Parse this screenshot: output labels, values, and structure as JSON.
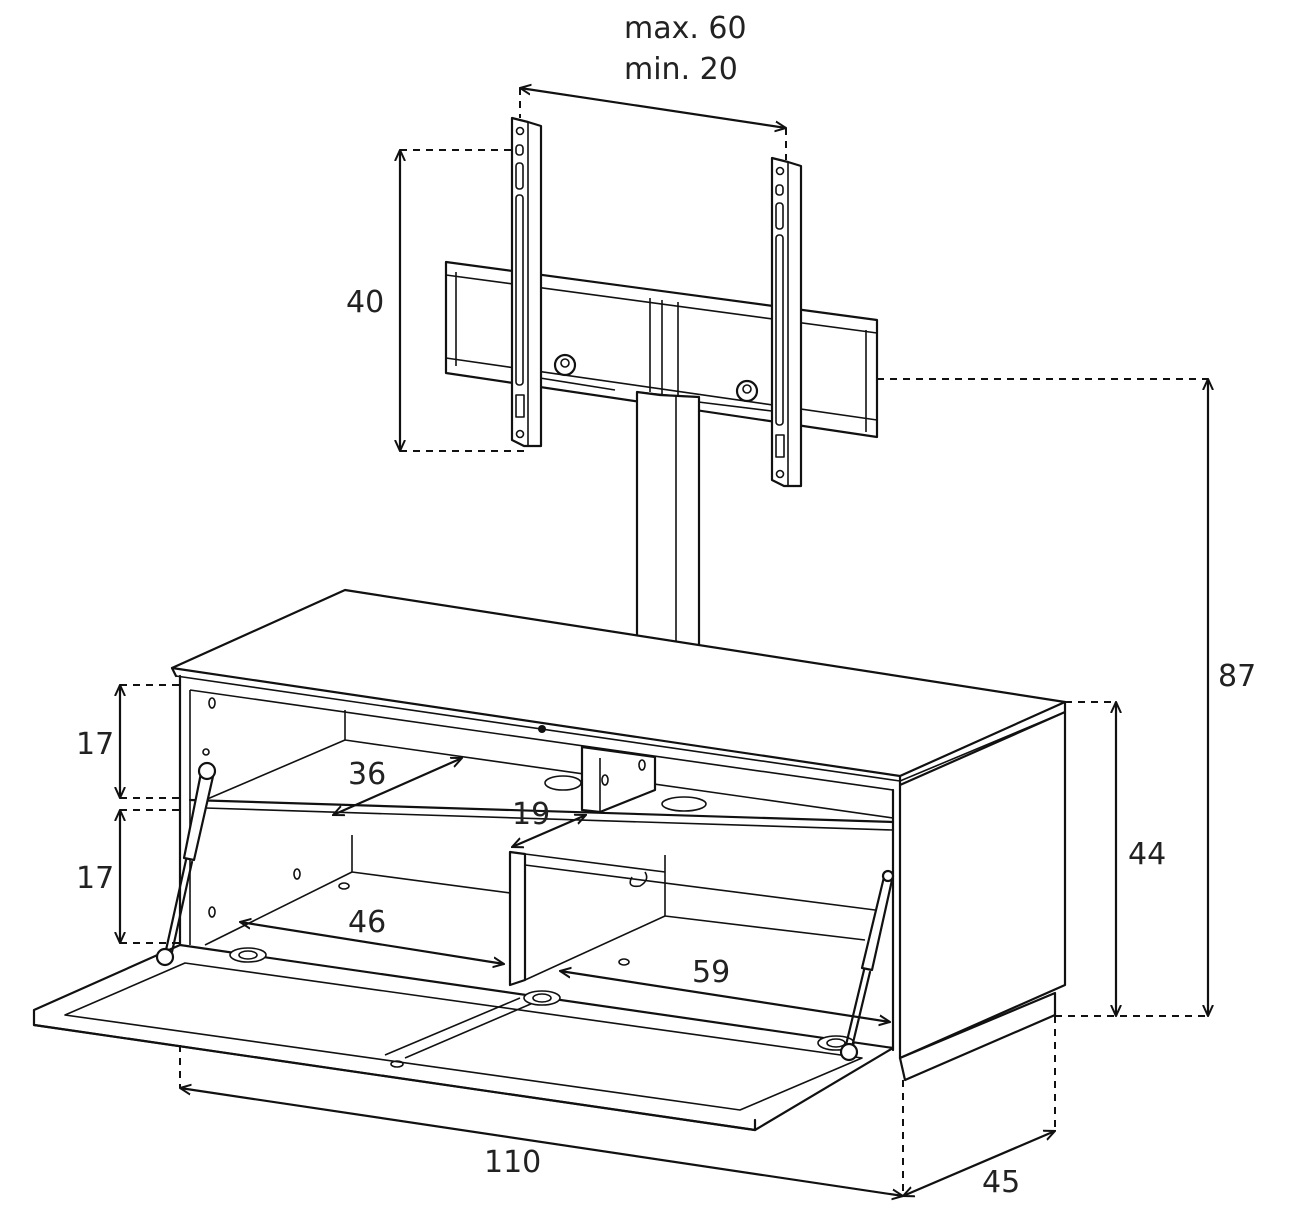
{
  "dimensions": {
    "vesa_max": "max. 60",
    "vesa_min": "min. 20",
    "bracket_height": "40",
    "total_height": "87",
    "cabinet_height": "44",
    "upper_compartment": "17",
    "lower_compartment": "17",
    "upper_shelf_depth": "36",
    "divider_depth": "19",
    "lower_left_width": "46",
    "lower_right_width": "59",
    "width": "110",
    "depth": "45"
  },
  "colors": {
    "line": "#111111",
    "text": "#222222",
    "background": "#ffffff"
  }
}
